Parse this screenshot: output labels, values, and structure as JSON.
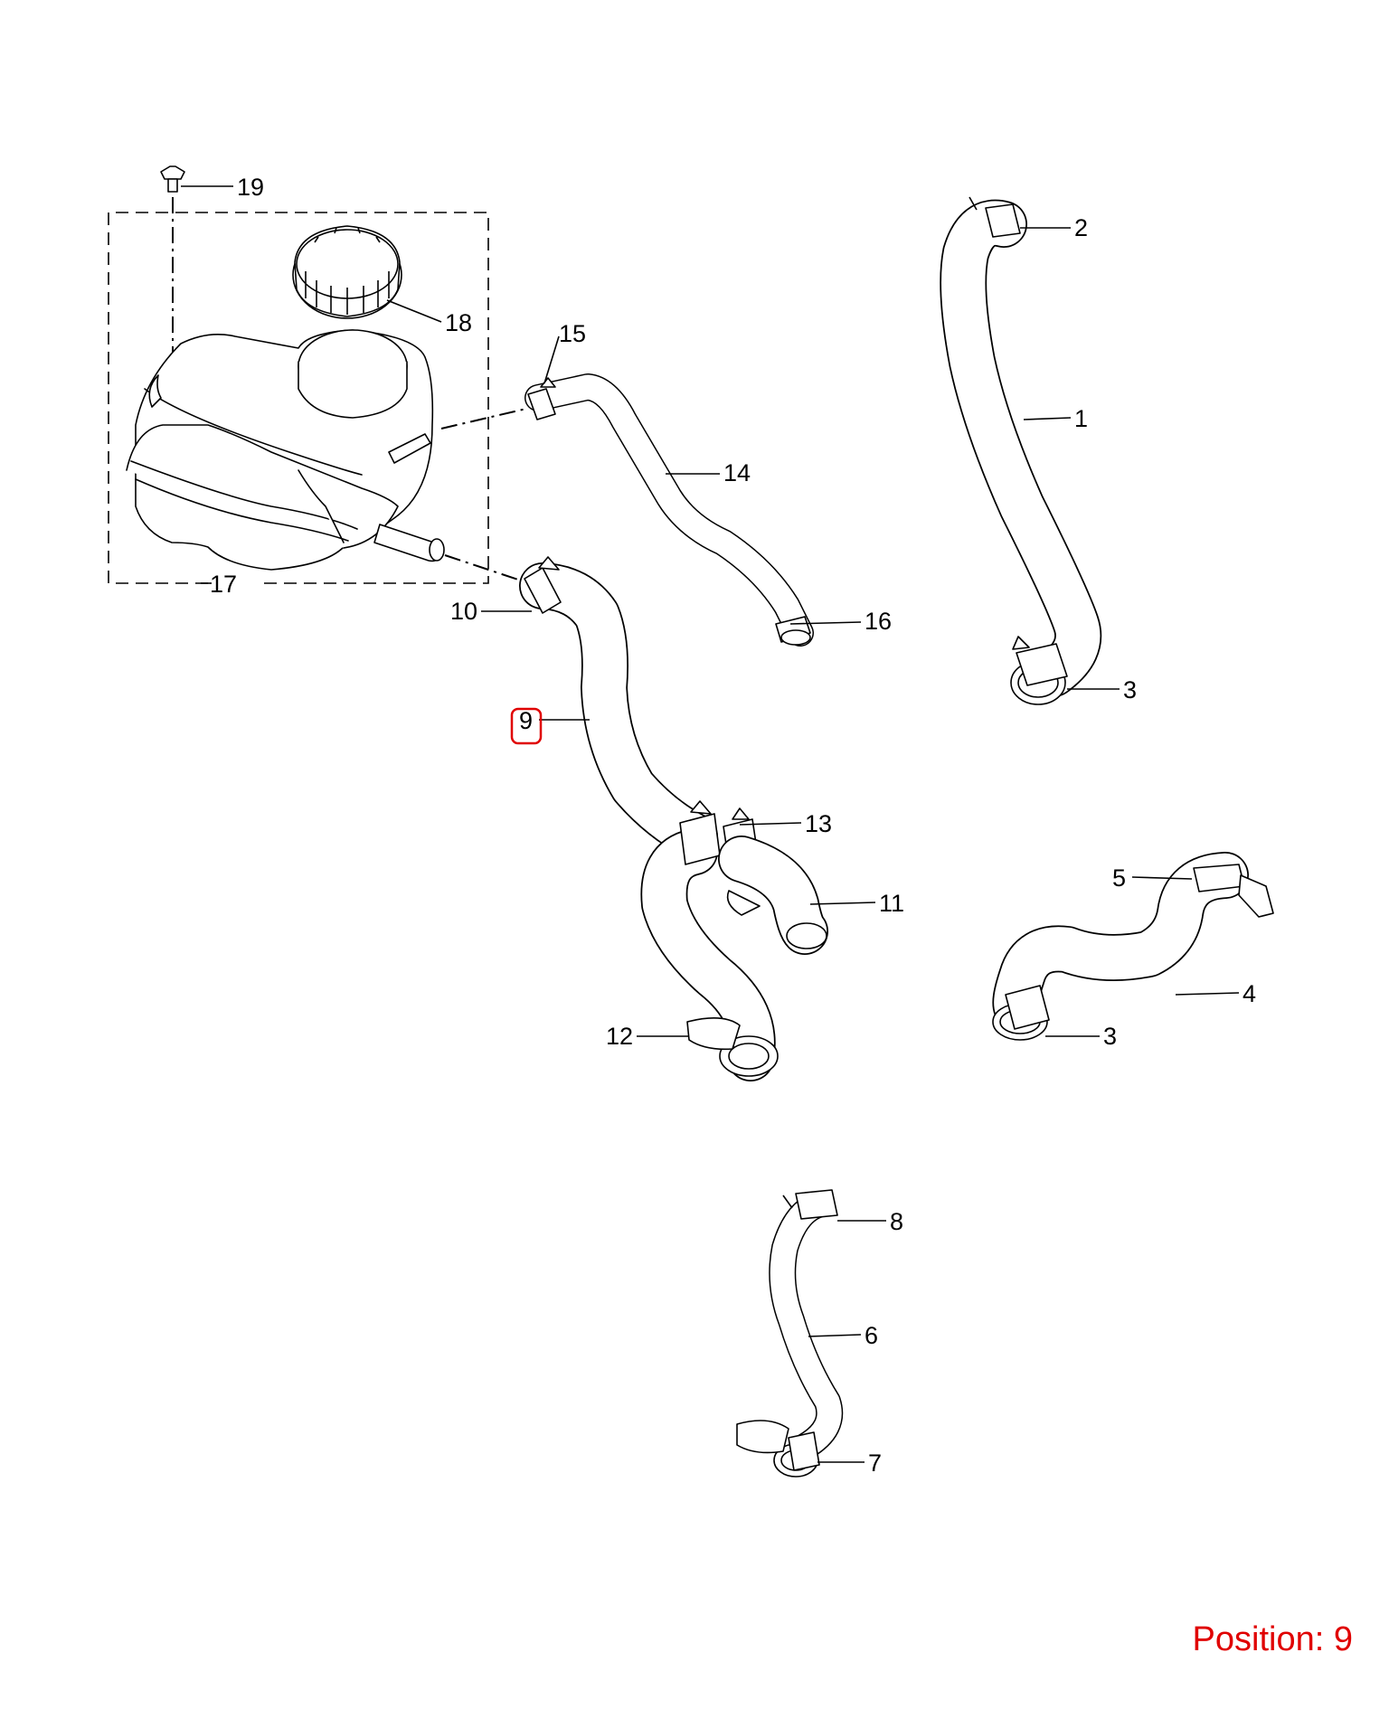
{
  "callouts": {
    "c1": "1",
    "c2": "2",
    "c3a": "3",
    "c3b": "3",
    "c4": "4",
    "c5": "5",
    "c6": "6",
    "c7": "7",
    "c8": "8",
    "c9": "9",
    "c10": "10",
    "c11": "11",
    "c12": "12",
    "c13": "13",
    "c14": "14",
    "c15": "15",
    "c16": "16",
    "c17": "17",
    "c18": "18",
    "c19": "19"
  },
  "selected_callout": "9",
  "position_label": "Position: 9",
  "colors": {
    "highlight": "#e00000",
    "line": "#000000",
    "background": "#ffffff"
  }
}
